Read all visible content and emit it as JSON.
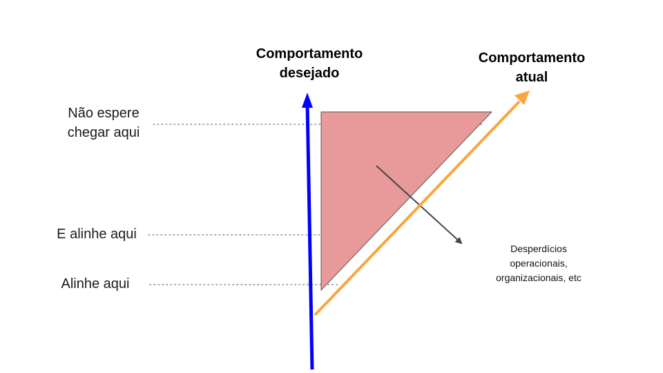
{
  "axes": {
    "desired": {
      "title_lines": [
        "Comportamento",
        "desejado"
      ],
      "color": "#0000ff"
    },
    "actual": {
      "title_lines": [
        "Comportamento",
        "atual"
      ],
      "color": "#f9a53a"
    }
  },
  "levels": [
    {
      "lines": [
        "Não espere",
        "chegar aqui"
      ]
    },
    {
      "lines": [
        "E alinhe aqui"
      ]
    },
    {
      "lines": [
        "Alinhe aqui"
      ]
    }
  ],
  "waste_area": {
    "fill_color": "#e89999",
    "label_lines": [
      "Desperdícios",
      "operacionais,",
      "organizacionais, etc"
    ]
  },
  "colors": {
    "guide_line": "#888888",
    "pointer_arrow": "#444444"
  }
}
